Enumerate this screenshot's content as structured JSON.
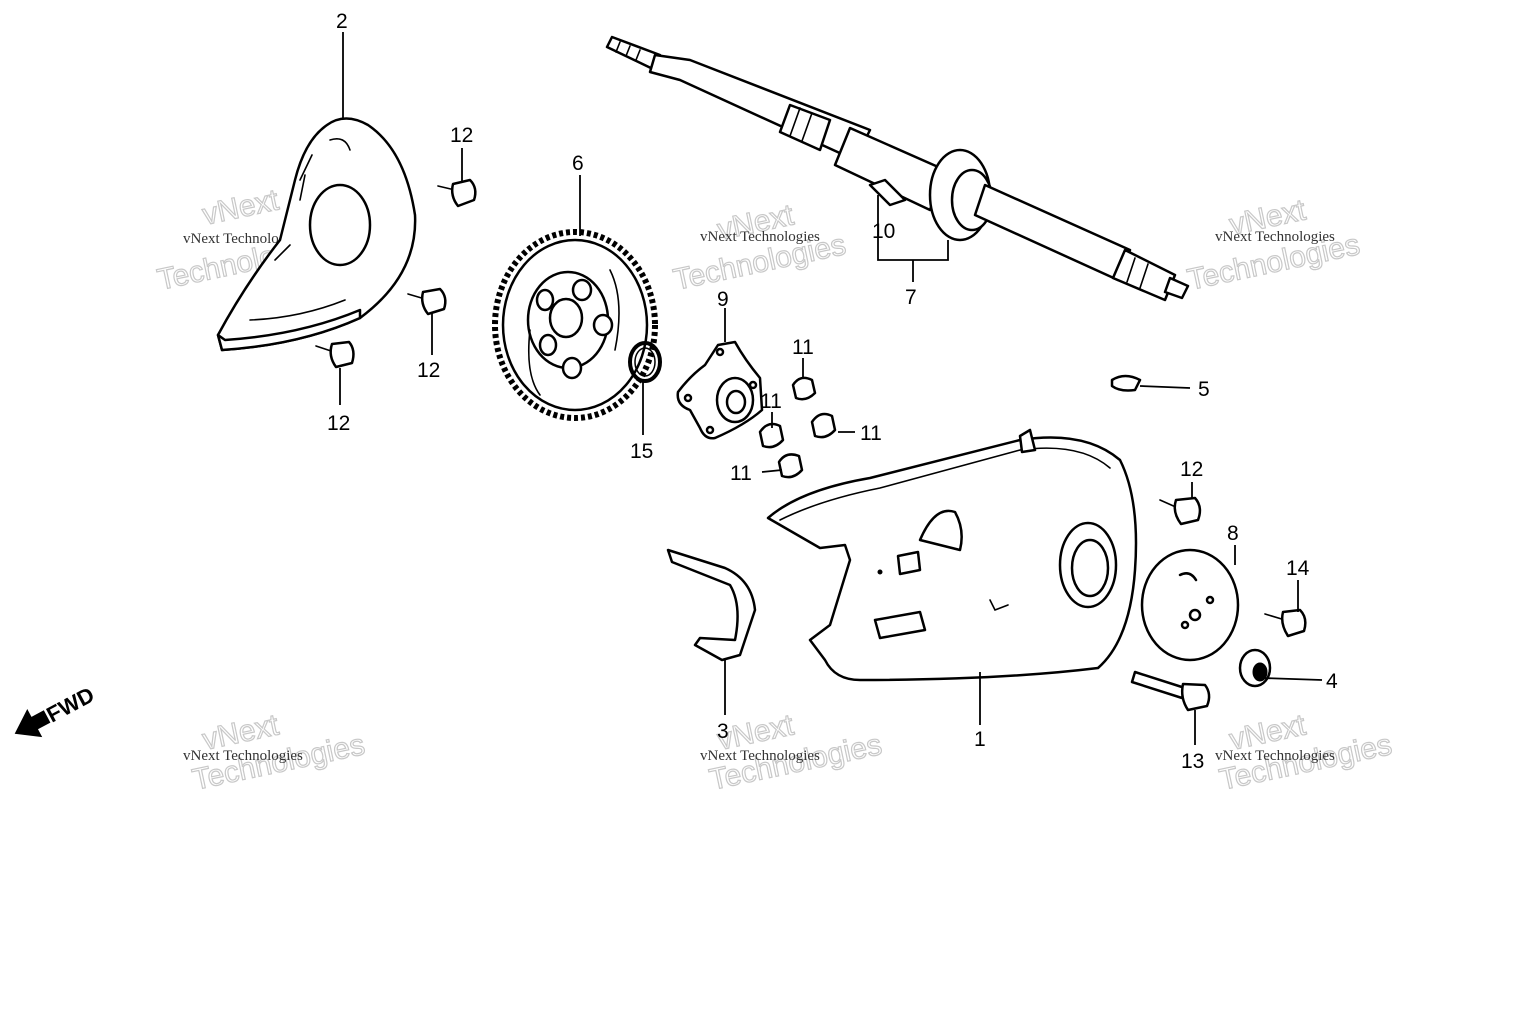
{
  "callouts": [
    {
      "id": "1",
      "label": "1"
    },
    {
      "id": "2",
      "label": "2"
    },
    {
      "id": "3",
      "label": "3"
    },
    {
      "id": "4",
      "label": "4"
    },
    {
      "id": "5",
      "label": "5"
    },
    {
      "id": "6",
      "label": "6"
    },
    {
      "id": "7",
      "label": "7"
    },
    {
      "id": "8",
      "label": "8"
    },
    {
      "id": "9",
      "label": "9"
    },
    {
      "id": "10",
      "label": "10"
    },
    {
      "id": "11a",
      "label": "11"
    },
    {
      "id": "11b",
      "label": "11"
    },
    {
      "id": "11c",
      "label": "11"
    },
    {
      "id": "11d",
      "label": "11"
    },
    {
      "id": "12a",
      "label": "12"
    },
    {
      "id": "12b",
      "label": "12"
    },
    {
      "id": "12c",
      "label": "12"
    },
    {
      "id": "12d",
      "label": "12"
    },
    {
      "id": "13",
      "label": "13"
    },
    {
      "id": "14",
      "label": "14"
    },
    {
      "id": "15",
      "label": "15"
    }
  ],
  "direction_indicator": {
    "label": "FWD",
    "icon": "arrow-left-down-icon"
  },
  "watermark": {
    "line1": "vNext Technologies",
    "line2": "vNext",
    "line3": "Technologies"
  }
}
